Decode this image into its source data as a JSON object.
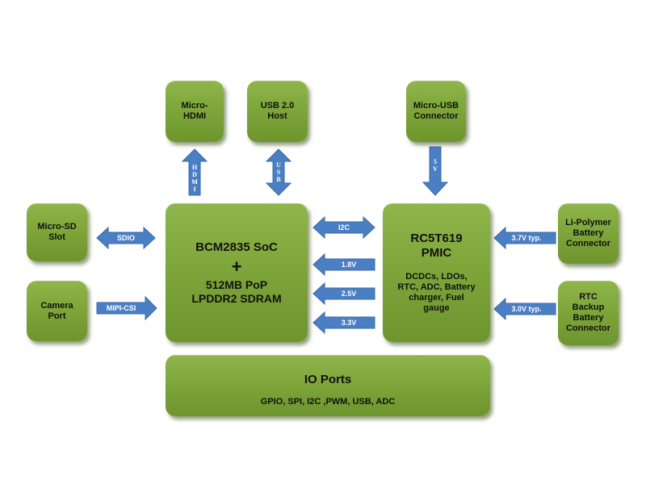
{
  "blocks": {
    "micro_hdmi": [
      "Micro-",
      "HDMI"
    ],
    "usb_host": [
      "USB 2.0",
      "Host"
    ],
    "micro_usb": [
      "Micro-USB",
      "Connector"
    ],
    "micro_sd": [
      "Micro-SD",
      "Slot"
    ],
    "camera": [
      "Camera",
      "Port"
    ],
    "soc": {
      "title": "BCM2835 SoC",
      "plus": "+",
      "line1": "512MB PoP",
      "line2": "LPDDR2 SDRAM"
    },
    "pmic": {
      "title1": "RC5T619",
      "title2": "PMIC",
      "desc": [
        "DCDCs, LDOs,",
        "RTC, ADC, Battery",
        "charger, Fuel",
        "gauge"
      ]
    },
    "li_polymer": [
      "Li-Polymer",
      "Battery",
      "Connector"
    ],
    "rtc_backup": [
      "RTC",
      "Backup",
      "Battery",
      "Connector"
    ],
    "io": {
      "title": "IO Ports",
      "sub": "GPIO, SPI, I2C ,PWM, USB, ADC"
    }
  },
  "arrows": {
    "hdmi": [
      "H",
      "D",
      "M",
      "I"
    ],
    "usb": [
      "U",
      "S",
      "B"
    ],
    "five_v": [
      "5",
      "V"
    ],
    "sdio": "SDIO",
    "mipi": "MIPI-CSI",
    "i2c": "I2C",
    "v18": "1.8V",
    "v25": "2.5V",
    "v33": "3.3V",
    "v37": "3.7V typ.",
    "v30": "3.0V typ."
  },
  "colors": {
    "block_green": "#7ea63a",
    "arrow_blue": "#4a7fc4",
    "arrow_text": "#ffffff"
  }
}
